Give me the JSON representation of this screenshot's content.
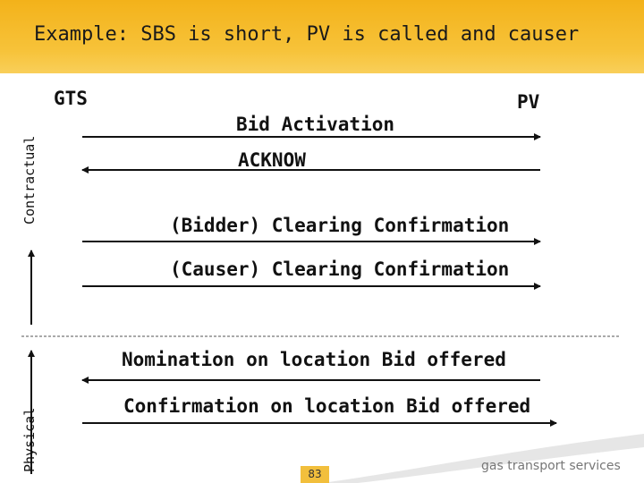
{
  "slide": {
    "title": "Example: SBS is short, PV is called and causer",
    "left_party": "GTS",
    "right_party": "PV",
    "side_contractual": "Contractual",
    "side_physical": "Physical",
    "page_number": "83",
    "brand": "gas transport services"
  },
  "messages": [
    {
      "label": "Bid Activation",
      "direction": "right"
    },
    {
      "label": "ACKNOW",
      "direction": "left"
    },
    {
      "label": "(Bidder) Clearing Confirmation",
      "direction": "right"
    },
    {
      "label": "(Causer) Clearing Confirmation",
      "direction": "right"
    },
    {
      "label": "Nomination on location Bid offered",
      "direction": "left"
    },
    {
      "label": "Confirmation on location Bid offered",
      "direction": "right"
    }
  ],
  "colors": {
    "header": "#f3b21a",
    "arrows": "#111111",
    "accent": "#f2bf3c"
  }
}
